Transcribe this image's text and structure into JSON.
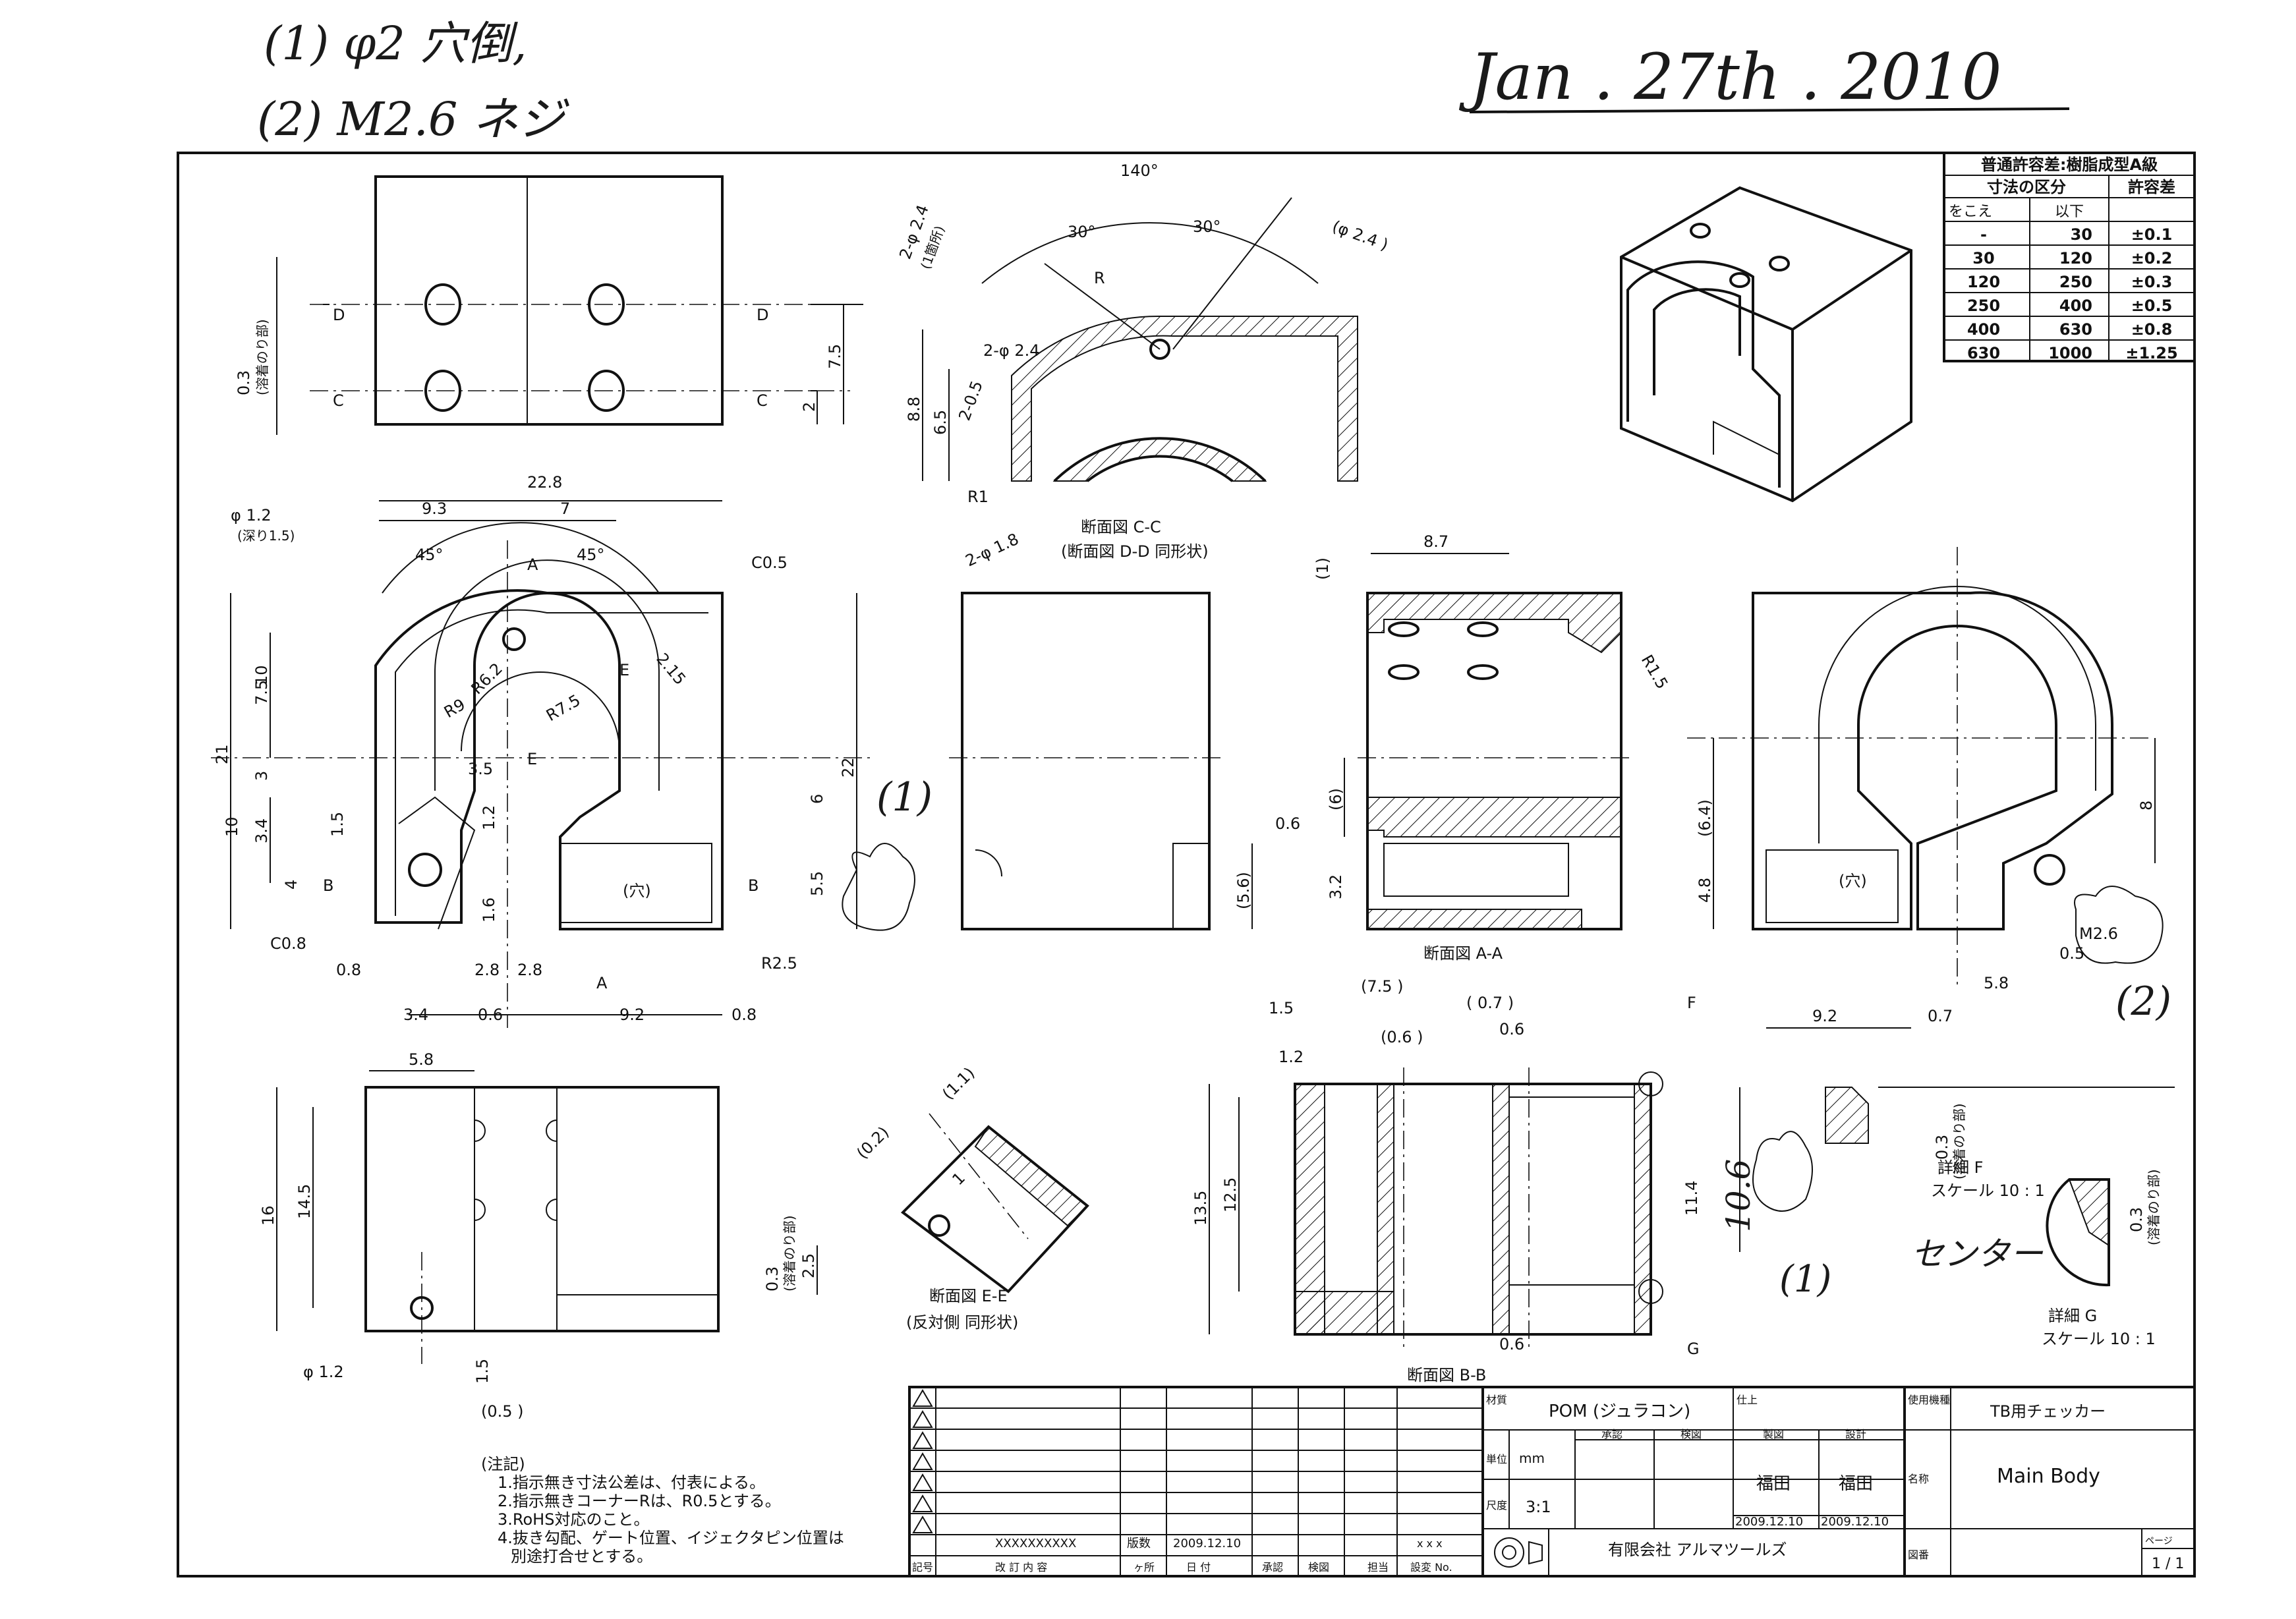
{
  "handwritten": {
    "note1": "(1) φ2 穴倒,",
    "note2": "(2) M2.6 ネジ",
    "date": "Jan . 27th . 2010",
    "callout_1": "(1)",
    "callout_2": "(2)",
    "callout_1b": "(1)",
    "note_center": "センター"
  },
  "tolerance_table": {
    "title": "普通許容差:樹脂成型A級",
    "col_range": "寸法の区分",
    "col_tol": "許容差",
    "sub_over": "をこえ",
    "sub_under": "以下",
    "rows": [
      [
        "-",
        "30",
        "±0.1"
      ],
      [
        "30",
        "120",
        "±0.2"
      ],
      [
        "120",
        "250",
        "±0.3"
      ],
      [
        "250",
        "400",
        "±0.5"
      ],
      [
        "400",
        "630",
        "±0.8"
      ],
      [
        "630",
        "1000",
        "±1.25"
      ]
    ]
  },
  "views": {
    "section_cc": "断面図 C-C",
    "section_cc_sub": "(断面図 D-D 同形状)",
    "section_aa": "断面図 A-A",
    "section_ee": "断面図 E-E",
    "section_ee_sub": "(反対側 同形状)",
    "section_bb": "断面図 B-B",
    "detail_f": "詳細 F",
    "detail_f_scale": "スケール 10 : 1",
    "detail_g": "詳細 G",
    "detail_g_scale": "スケール 10 : 1"
  },
  "dims": {
    "d140": "140°",
    "d30a": "30°",
    "d30b": "30°",
    "d24": "(φ 2.4 )",
    "d2phi24": "2-φ 2.4",
    "d2phi24b": "(1箇所)",
    "d2phi24c": "2-φ 2.4",
    "d205": "2-0.5",
    "r": "R",
    "d88": "8.8",
    "d65": "6.5",
    "r1": "R1",
    "d2phi18": "2-φ 1.8",
    "d228": "22.8",
    "d93": "9.3",
    "d7": "7",
    "phi12": "φ 1.2",
    "phi12sub": "(深り1.5)",
    "a45a": "45°",
    "a45b": "45°",
    "markA": "A",
    "markA2": "A",
    "c05": "C0.5",
    "d215": "2.15",
    "r62": "R6.2",
    "r9": "R9",
    "r75": "R7.5",
    "e1": "E",
    "e2": "E",
    "d21": "21",
    "d10a": "10",
    "d75": "7.5",
    "d3": "3",
    "d10b": "10",
    "d34": "3.4",
    "d15": "1.5",
    "d4": "4",
    "d35": "3.5",
    "d12": "1.2",
    "d16": "1.6",
    "d22": "22",
    "d6": "6",
    "d55": "5.5",
    "markB": "B",
    "markB2": "B",
    "c08": "C0.8",
    "d08": "0.8",
    "d28a": "2.8",
    "d28b": "2.8",
    "hole": "(穴)",
    "r25": "R2.5",
    "d34b": "3.4",
    "d06": "0.6",
    "d92": "9.2",
    "d08b": "0.8",
    "d03": "0.3",
    "d03sub": "(溶着のり部)",
    "markD": "D",
    "markD2": "D",
    "markC": "C",
    "markC2": "C",
    "d2": "2",
    "d75b": "7.5",
    "d87": "8.7",
    "d1": "(1)",
    "r15": "R1.5",
    "d6b": "(6)",
    "d06b": "0.6",
    "d32": "3.2",
    "d56": "(5.6)",
    "d64": "(6.4)",
    "d8": "8",
    "d48": "4.8",
    "hole2": "(穴)",
    "m26": "M2.6",
    "d05": "0.5",
    "d58": "5.8",
    "d92b": "9.2",
    "d07": "0.7",
    "d58b": "5.8",
    "d16b": "16",
    "d145": "14.5",
    "phi12b": "φ 1.2",
    "d25": "2.5",
    "d15b": "1.5",
    "d05b": "(0.5 )",
    "d11": "(1.1)",
    "d02": "(0.2)",
    "d1b": "1",
    "d75c": "(7.5 )",
    "d15c": "1.5",
    "d12b": "1.2",
    "d06c": "(0.6 )",
    "d07b": "( 0.7 )",
    "d06d": "0.6",
    "f": "F",
    "g": "G",
    "d135": "13.5",
    "d125": "12.5",
    "d114": "11.4",
    "d06e": "0.6",
    "d106": "10.6"
  },
  "notes": {
    "title": "(注記)",
    "lines": [
      "1.指示無き寸法公差は、付表による。",
      "2.指示無きコーナーRは、R0.5とする。",
      "3.RoHS対応のこと。",
      "4.抜き勾配、ゲート位置、イジェクタピン位置は",
      "別途打合せとする。"
    ]
  },
  "title_block": {
    "material_label": "材質",
    "material": "POM (ジュラコン)",
    "finish_label": "仕上",
    "usage_label": "使用機種",
    "usage": "TB用チェッカー",
    "name_label": "名称",
    "name": "Main Body",
    "unit_label": "単位",
    "unit": "mm",
    "scale_label": "尺度",
    "scale": "3:1",
    "approve": "承認",
    "inspect": "検図",
    "draft": "製図",
    "design": "設計",
    "drafter": "福田",
    "designer": "福田",
    "date1": "2009.12.10",
    "date2": "2009.12.10",
    "company": "有限会社 アルマツールズ",
    "drawing_no_label": "図番",
    "page_label": "ページ",
    "page": "1 / 1",
    "rev_masked": "XXXXXXXXXX",
    "rev_date": "2009.12.10",
    "rev_label": "版数",
    "rev_hdr_symbol": "記号",
    "rev_hdr_content": "改 訂 内 容",
    "rev_hdr_no": "ヶ所",
    "rev_hdr_date": "日 付",
    "rev_hdr_approve": "承認",
    "rev_hdr_inspect": "検図",
    "rev_hdr_draft": "担当",
    "rev_hdr_setno": "設変 No.",
    "xxx": "x x x"
  }
}
